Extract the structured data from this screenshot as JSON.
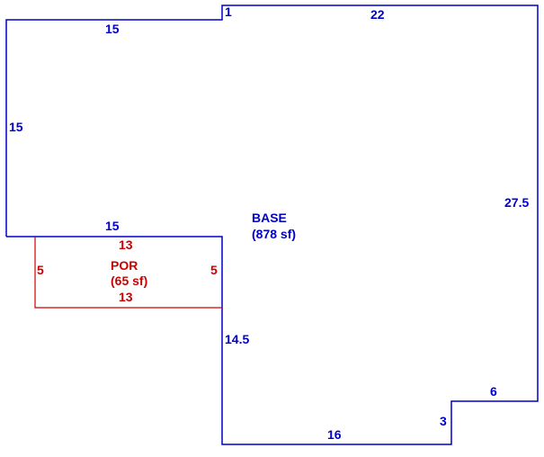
{
  "base": {
    "name": "BASE",
    "area": "(878 sf)",
    "color": "#0000cc",
    "dimensions": [
      "1",
      "22",
      "15",
      "15",
      "27.5",
      "15",
      "14.5",
      "6",
      "3",
      "16"
    ]
  },
  "porch": {
    "name": "POR",
    "area": "(65 sf)",
    "color": "#cc0000",
    "dimensions": [
      "13",
      "5",
      "5",
      "13"
    ]
  }
}
